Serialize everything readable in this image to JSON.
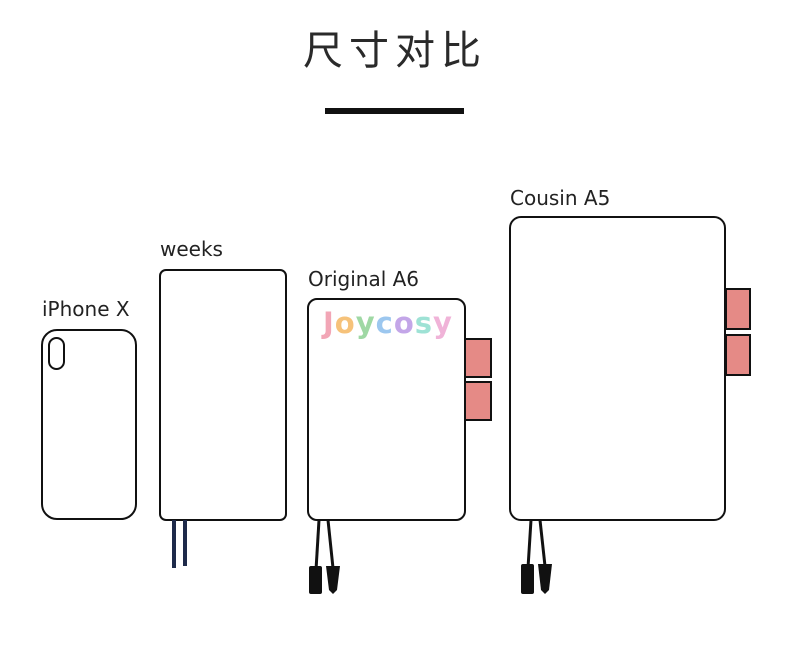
{
  "header": {
    "title": "尺寸对比"
  },
  "items": [
    {
      "label": "iPhone X"
    },
    {
      "label": "weeks"
    },
    {
      "label": "Original A6",
      "brand": "Joycosy"
    },
    {
      "label": "Cousin A5"
    }
  ],
  "colors": {
    "outline": "#111111",
    "tab": "#e58a86",
    "brand_letters": [
      "#f2a6b6",
      "#f6c27a",
      "#9fd8a4",
      "#9cc7ef",
      "#c3a6e8",
      "#9ee2d5",
      "#f0b3d8"
    ]
  }
}
